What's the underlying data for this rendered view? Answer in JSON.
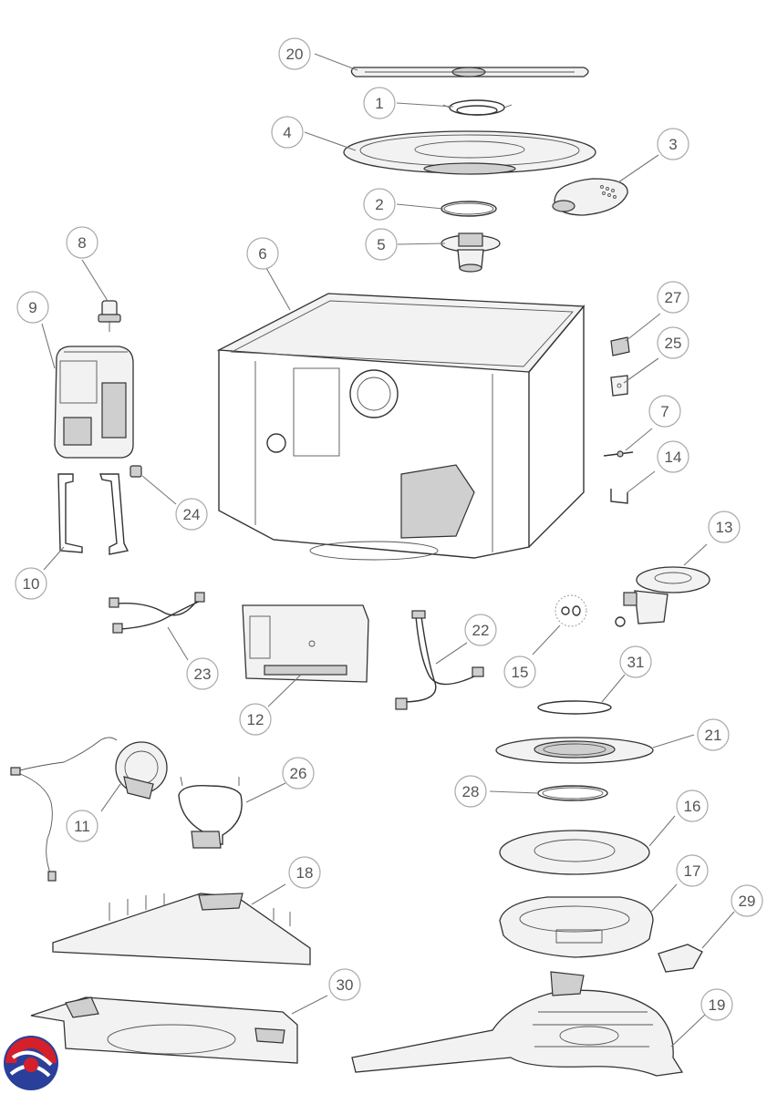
{
  "diagram": {
    "callouts": [
      {
        "id": "20",
        "name": "callout-20"
      },
      {
        "id": "1",
        "name": "callout-1"
      },
      {
        "id": "4",
        "name": "callout-4"
      },
      {
        "id": "3",
        "name": "callout-3"
      },
      {
        "id": "2",
        "name": "callout-2"
      },
      {
        "id": "5",
        "name": "callout-5"
      },
      {
        "id": "8",
        "name": "callout-8"
      },
      {
        "id": "6",
        "name": "callout-6"
      },
      {
        "id": "27",
        "name": "callout-27"
      },
      {
        "id": "9",
        "name": "callout-9"
      },
      {
        "id": "25",
        "name": "callout-25"
      },
      {
        "id": "7",
        "name": "callout-7"
      },
      {
        "id": "14",
        "name": "callout-14"
      },
      {
        "id": "24",
        "name": "callout-24"
      },
      {
        "id": "13",
        "name": "callout-13"
      },
      {
        "id": "10",
        "name": "callout-10"
      },
      {
        "id": "22",
        "name": "callout-22"
      },
      {
        "id": "15",
        "name": "callout-15"
      },
      {
        "id": "23",
        "name": "callout-23"
      },
      {
        "id": "31",
        "name": "callout-31"
      },
      {
        "id": "12",
        "name": "callout-12"
      },
      {
        "id": "21",
        "name": "callout-21"
      },
      {
        "id": "26",
        "name": "callout-26"
      },
      {
        "id": "28",
        "name": "callout-28"
      },
      {
        "id": "16",
        "name": "callout-16"
      },
      {
        "id": "11",
        "name": "callout-11"
      },
      {
        "id": "17",
        "name": "callout-17"
      },
      {
        "id": "18",
        "name": "callout-18"
      },
      {
        "id": "29",
        "name": "callout-29"
      },
      {
        "id": "30",
        "name": "callout-30"
      },
      {
        "id": "19",
        "name": "callout-19"
      }
    ],
    "logo": {
      "icon": "brand-logo-icon",
      "colors": {
        "red": "#d4202a",
        "blue": "#2a3f9a"
      }
    }
  }
}
